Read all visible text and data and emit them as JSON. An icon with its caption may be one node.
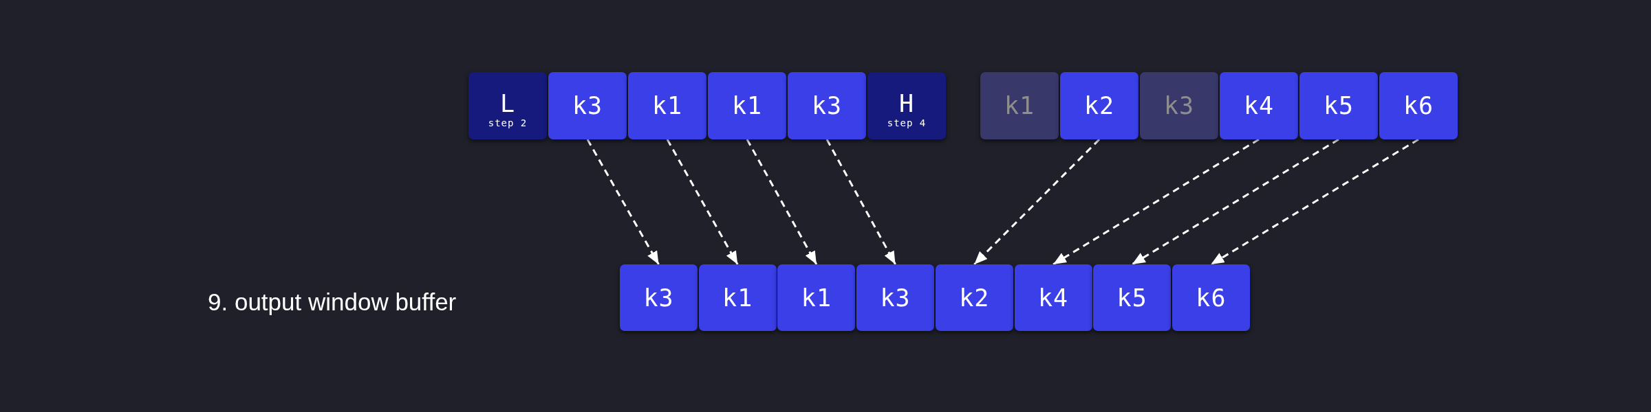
{
  "diagram": {
    "nodes": [
      {
        "text": [
          "L",
          "step 2"
        ]
      },
      {
        "text": [
          "k3"
        ]
      },
      {
        "text": [
          "k1"
        ]
      },
      {
        "text": [
          "k1"
        ]
      },
      {
        "text": [
          "k3"
        ]
      },
      {
        "text": [
          "H",
          "step 4"
        ]
      },
      {
        "text": [
          "k1"
        ]
      },
      {
        "text": [
          "k2"
        ]
      },
      {
        "text": [
          "k3"
        ]
      },
      {
        "text": [
          "k4"
        ]
      },
      {
        "text": [
          "k5"
        ]
      },
      {
        "text": [
          "k6"
        ]
      },
      {
        "text": [
          "k3"
        ]
      },
      {
        "text": [
          "k1"
        ]
      },
      {
        "text": [
          "k1"
        ]
      },
      {
        "text": [
          "k3"
        ]
      },
      {
        "text": [
          "k2"
        ]
      },
      {
        "text": [
          "k4"
        ]
      },
      {
        "text": [
          "k5"
        ]
      },
      {
        "text": [
          "k6"
        ]
      }
    ],
    "edges": [
      {
        "from": 1,
        "to": 12,
        "arrow": "to",
        "style": "dashed"
      },
      {
        "from": 2,
        "to": 13,
        "arrow": "to",
        "style": "dashed"
      },
      {
        "from": 3,
        "to": 14,
        "arrow": "to",
        "style": "dashed"
      },
      {
        "from": 4,
        "to": 15,
        "arrow": "to",
        "style": "dashed"
      },
      {
        "from": 7,
        "to": 16,
        "arrow": "to",
        "style": "dashed"
      },
      {
        "from": 9,
        "to": 17,
        "arrow": "to",
        "style": "dashed"
      },
      {
        "from": 10,
        "to": 18,
        "arrow": "to",
        "style": "dashed"
      },
      {
        "from": 11,
        "to": 19,
        "arrow": "to",
        "style": "dashed"
      }
    ],
    "labels": [
      "9. output window buffer"
    ]
  }
}
